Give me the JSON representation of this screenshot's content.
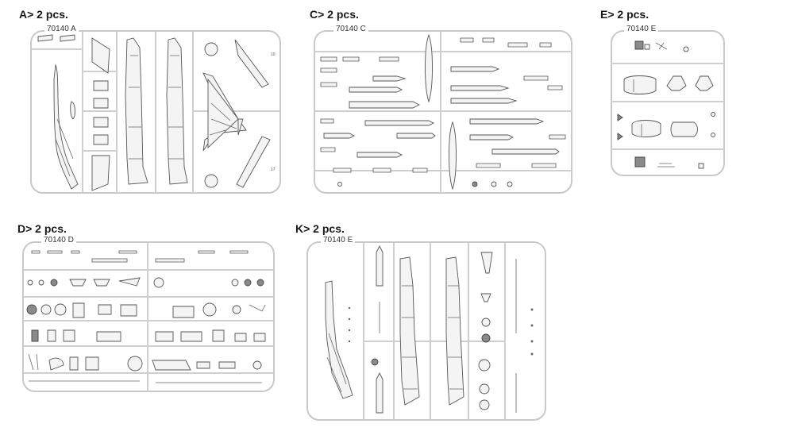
{
  "sprues": [
    {
      "id": "A",
      "title": "A> 2 pcs.",
      "code": "70140 A"
    },
    {
      "id": "C",
      "title": "C> 2 pcs.",
      "code": "70140 C"
    },
    {
      "id": "E",
      "title": "E> 2 pcs.",
      "code": "70140 E"
    },
    {
      "id": "D",
      "title": "D> 2 pcs.",
      "code": "70140 D"
    },
    {
      "id": "K",
      "title": "K> 2 pcs.",
      "code": "70140 E"
    }
  ]
}
